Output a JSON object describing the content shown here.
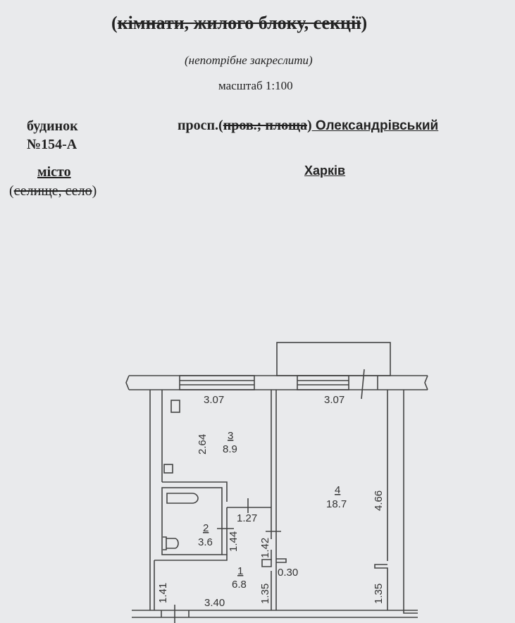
{
  "header": {
    "title_open": "(",
    "title_struck": "кімнати, жилого блоку, секції",
    "title_close": ")",
    "note": "(непотрібне закреслити)",
    "scale": "масштаб 1:100"
  },
  "address": {
    "building_label": "будинок",
    "building_number": "№154-А",
    "street_prefix": "просп.(",
    "street_struck": "пров.; площа",
    "street_close": ")",
    "street_name": " Олександрівський",
    "city_label": "місто",
    "city_alt_open": "(",
    "city_alt_struck": "селище, село",
    "city_alt_close": ")",
    "city_name": "Харків"
  },
  "plan": {
    "rooms": [
      {
        "number": "1",
        "area": "6.8"
      },
      {
        "number": "2",
        "area": "3.6"
      },
      {
        "number": "3",
        "area": "8.9"
      },
      {
        "number": "4",
        "area": "18.7"
      }
    ],
    "dimensions": {
      "room3_width": "3.07",
      "room4_width": "3.07",
      "room3_depth": "2.64",
      "room4_depth": "4.66",
      "hall_passage": "1.27",
      "bath_depth": "1.44",
      "corridor_depth": "1.42",
      "door_wall": "0.30",
      "hall_left": "1.41",
      "hall_width": "3.40",
      "hall_right": "1.35",
      "room4_bottom": "1.35"
    }
  }
}
